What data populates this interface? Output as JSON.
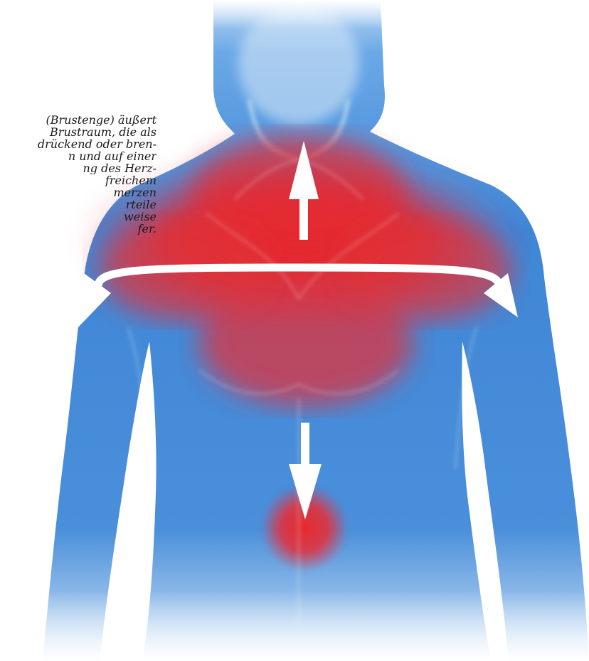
{
  "caption": {
    "lines": [
      "(Brustenge) äußert",
      "Brustraum, die als",
      "drückend oder bren-",
      "n und auf einer",
      "ng des Herz-",
      "freichem",
      "merzen",
      "rteile",
      "weise",
      "fer."
    ]
  },
  "illustration": {
    "body_color": "#3f86d6",
    "pain_color": "#e8282b",
    "arrow_color": "#ffffff",
    "arrows": [
      "up-arrow",
      "left-arrow",
      "right-arrow",
      "down-arrow"
    ]
  }
}
